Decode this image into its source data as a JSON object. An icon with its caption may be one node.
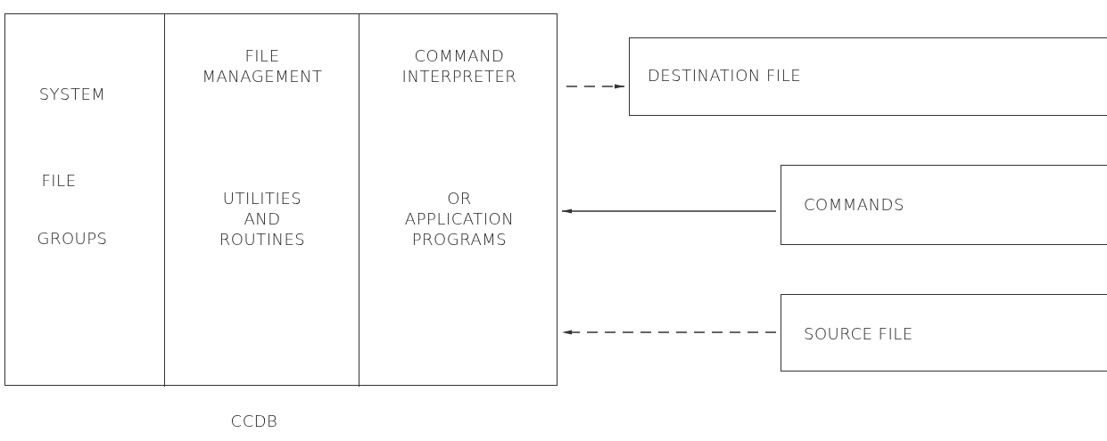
{
  "diagram": {
    "nodes": [
      {
        "text": [],
        "shape": "box",
        "beside": [
          "CCDB"
        ]
      },
      {
        "text": [
          "SYSTEM",
          "FILE",
          "GROUPS"
        ],
        "in": 0
      },
      {
        "text": [
          "FILE MANAGEMENT",
          "UTILITIES AND ROUTINES"
        ],
        "in": 0
      },
      {
        "text": [
          "COMMAND INTERPRETER",
          "OR APPLICATION PROGRAMS"
        ],
        "in": 0
      },
      {
        "text": [
          "DESTINATION FILE"
        ]
      },
      {
        "text": [
          "COMMANDS"
        ]
      },
      {
        "text": [
          "SOURCE FILE"
        ]
      }
    ],
    "edges": [
      {
        "from": 0,
        "to": 4,
        "arrow": "to",
        "style": "dashed"
      },
      {
        "from": 5,
        "to": 0,
        "arrow": "to"
      },
      {
        "from": 6,
        "to": 0,
        "arrow": "to",
        "style": "dashed"
      }
    ]
  }
}
